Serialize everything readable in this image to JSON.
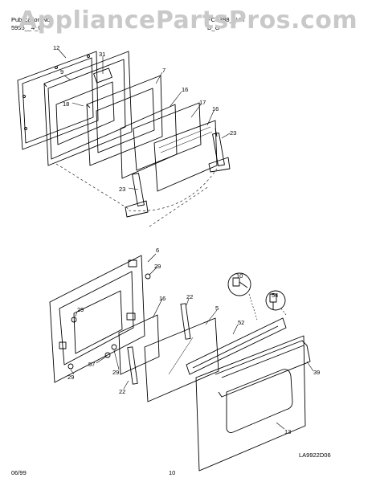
{
  "header": {
    "publication_label": "Publication No.",
    "publication_number": "5995__4_07",
    "model": "FCS388__VH",
    "section": "D_O"
  },
  "watermark": "AppliancePartsPros.com",
  "callouts": {
    "c12": "12",
    "c9": "9",
    "c31": "31",
    "c7": "7",
    "c18": "18",
    "c16a": "16",
    "c17": "17",
    "c16b": "16",
    "c23a": "23",
    "c23b": "23",
    "c6": "6",
    "c29a": "29",
    "c10": "10",
    "c54": "54",
    "c22a": "22",
    "c16c": "16",
    "c5": "5",
    "c29b": "29",
    "c52": "52",
    "c57": "57",
    "c29c": "29",
    "c39": "39",
    "c29d": "29",
    "c22b": "22",
    "c13": "13"
  },
  "footer": {
    "date": "06/99",
    "page": "10",
    "diagram_code": "LA9922D06"
  }
}
